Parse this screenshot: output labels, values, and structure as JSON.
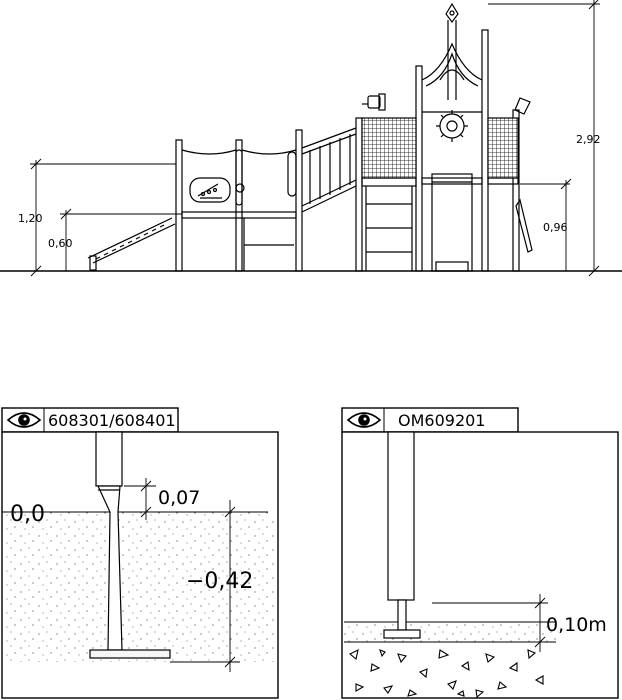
{
  "elevation": {
    "dimensions": {
      "left_upper": "1,20",
      "left_lower": "0,60",
      "right_upper": "2,92",
      "right_lower": "0,96"
    }
  },
  "detail_left": {
    "title": "608301/608401",
    "icon": "eye-icon",
    "ground_level": "0,0",
    "offset": "0,07",
    "depth": "−0,42"
  },
  "detail_right": {
    "title": "OM609201",
    "icon": "eye-icon",
    "depth": "0,10m"
  }
}
